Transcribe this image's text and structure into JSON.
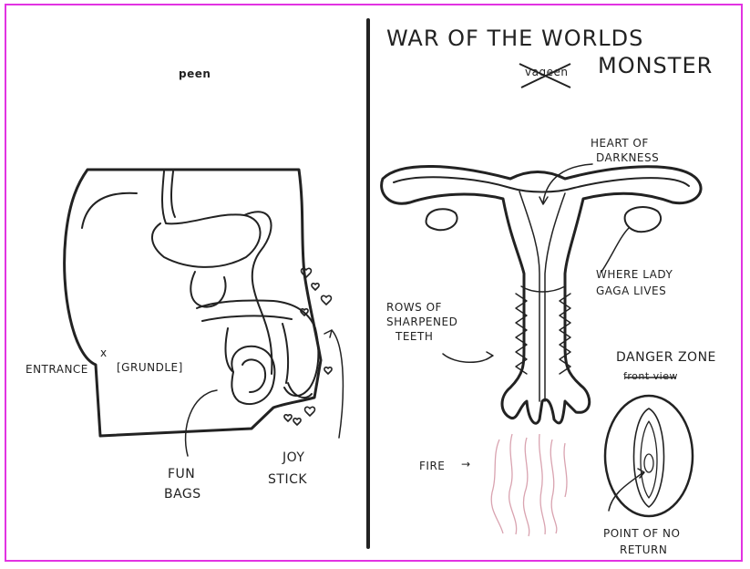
{
  "left_panel": {
    "title": "peen",
    "labels": {
      "entrance": "ENTRANCE",
      "entrance_mark": "x",
      "grundle": "[GRUNDLE]",
      "fun_bags_line1": "FUN",
      "fun_bags_line2": "BAGS",
      "joy_stick_line1": "JOY",
      "joy_stick_line2": "STICK"
    }
  },
  "right_panel": {
    "title_line1": "WAR OF THE WORLDS",
    "struck_word": "vageen",
    "title_line2": "MONSTER",
    "labels": {
      "heart_of_darkness_line1": "HEART OF",
      "heart_of_darkness_line2": "DARKNESS",
      "where_lady_gaga_line1": "WHERE LADY",
      "where_lady_gaga_line2": "GAGA LIVES",
      "rows_teeth_line1": "ROWS OF",
      "rows_teeth_line2": "SHARPENED",
      "rows_teeth_line3": "TEETH",
      "danger_zone": "DANGER ZONE",
      "front_view": "front view",
      "fire": "FIRE",
      "fire_arrow": "→",
      "point_no_return_line1": "POINT OF NO",
      "point_no_return_line2": "RETURN"
    }
  },
  "colors": {
    "frame": "#e233e2",
    "ink": "#222222",
    "fire": "#d9a3b0"
  }
}
